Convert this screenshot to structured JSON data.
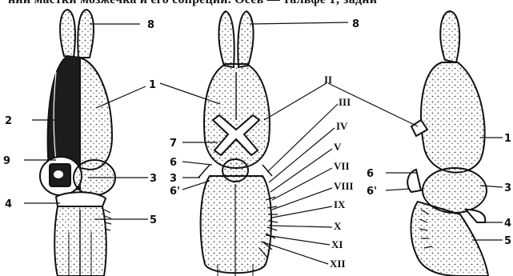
{
  "caption": "ний  мастки мозжечка и его сопреции. Осев — тальфе 1; задни",
  "labels": {
    "n1": "1",
    "n2": "2",
    "n3": "3",
    "n4": "4",
    "n5": "5",
    "n6": "6",
    "n6p": "6'",
    "n7": "7",
    "n8": "8",
    "n9": "9"
  },
  "cranial_nerves": [
    "II",
    "III",
    "IV",
    "V",
    "VII",
    "VIII",
    "IX",
    "X",
    "XI",
    "XII"
  ],
  "colors": {
    "ink": "#111111",
    "stipple": "#444444",
    "dark_fill": "#1c1c1c"
  }
}
